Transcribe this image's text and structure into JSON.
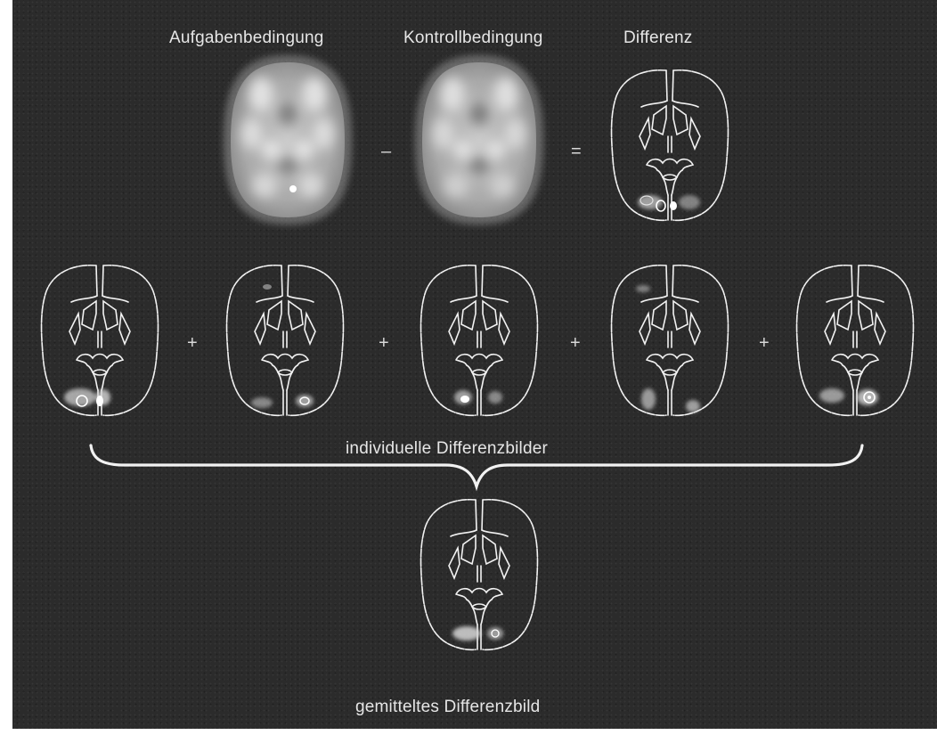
{
  "labels": {
    "task_condition": "Aufgabenbedingung",
    "control_condition": "Kontrollbedingung",
    "difference": "Differenz",
    "individual_difference_images": "individuelle Differenzbilder",
    "averaged_difference_image": "gemitteltes Differenzbild"
  },
  "operators": {
    "minus": "–",
    "equals": "=",
    "plus": "+"
  },
  "colors": {
    "background": "#2b2b2b",
    "outline": "#f0f0f0",
    "text": "#e6e6e6"
  }
}
